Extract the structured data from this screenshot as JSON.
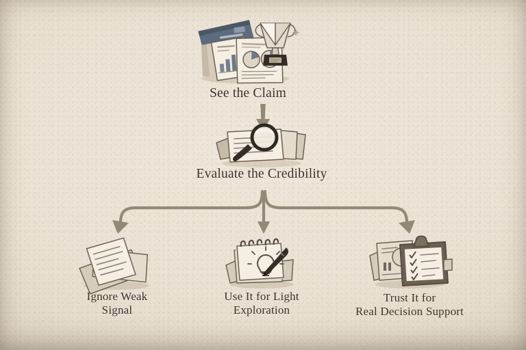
{
  "diagram": {
    "title_text": "",
    "style": "hand-drawn sepia flowchart on textured paper",
    "palette": {
      "background": "#ece3d6",
      "paper_light": "#f4eee3",
      "ink": "#3b332a",
      "arrow": "#938976",
      "accent_blue": "#5d6b7e"
    },
    "nodes": [
      {
        "id": "see-the-claim",
        "label": "See the Claim",
        "level": 1,
        "icon": "documents-charts-trophy-illustration"
      },
      {
        "id": "evaluate-the-credibility",
        "label": "Evaluate the Credibility",
        "level": 2,
        "icon": "magnifying-glass-over-papers-illustration"
      },
      {
        "id": "ignore-weak-signal",
        "label": "Ignore Weak\nSignal",
        "level": 3,
        "icon": "scattered-papers-illustration"
      },
      {
        "id": "use-it-for-light-exploration",
        "label": "Use It for Light\nExploration",
        "level": 3,
        "icon": "notepad-lightbulb-pen-illustration"
      },
      {
        "id": "trust-it-for-real-decision-support",
        "label": "Trust It for\nReal Decision Support",
        "level": 3,
        "icon": "clipboard-checklist-illustration"
      }
    ],
    "connectors": [
      {
        "id": "claim-to-evaluate",
        "from": "see-the-claim",
        "to": "evaluate-the-credibility",
        "shape": "straight-down-arrow"
      },
      {
        "id": "evaluate-to-ignore",
        "from": "evaluate-the-credibility",
        "to": "ignore-weak-signal",
        "shape": "branch-left-curved-arrow"
      },
      {
        "id": "evaluate-to-explore",
        "from": "evaluate-the-credibility",
        "to": "use-it-for-light-exploration",
        "shape": "branch-down-arrow"
      },
      {
        "id": "evaluate-to-trust",
        "from": "evaluate-the-credibility",
        "to": "trust-it-for-real-decision-support",
        "shape": "branch-right-curved-arrow"
      }
    ]
  }
}
